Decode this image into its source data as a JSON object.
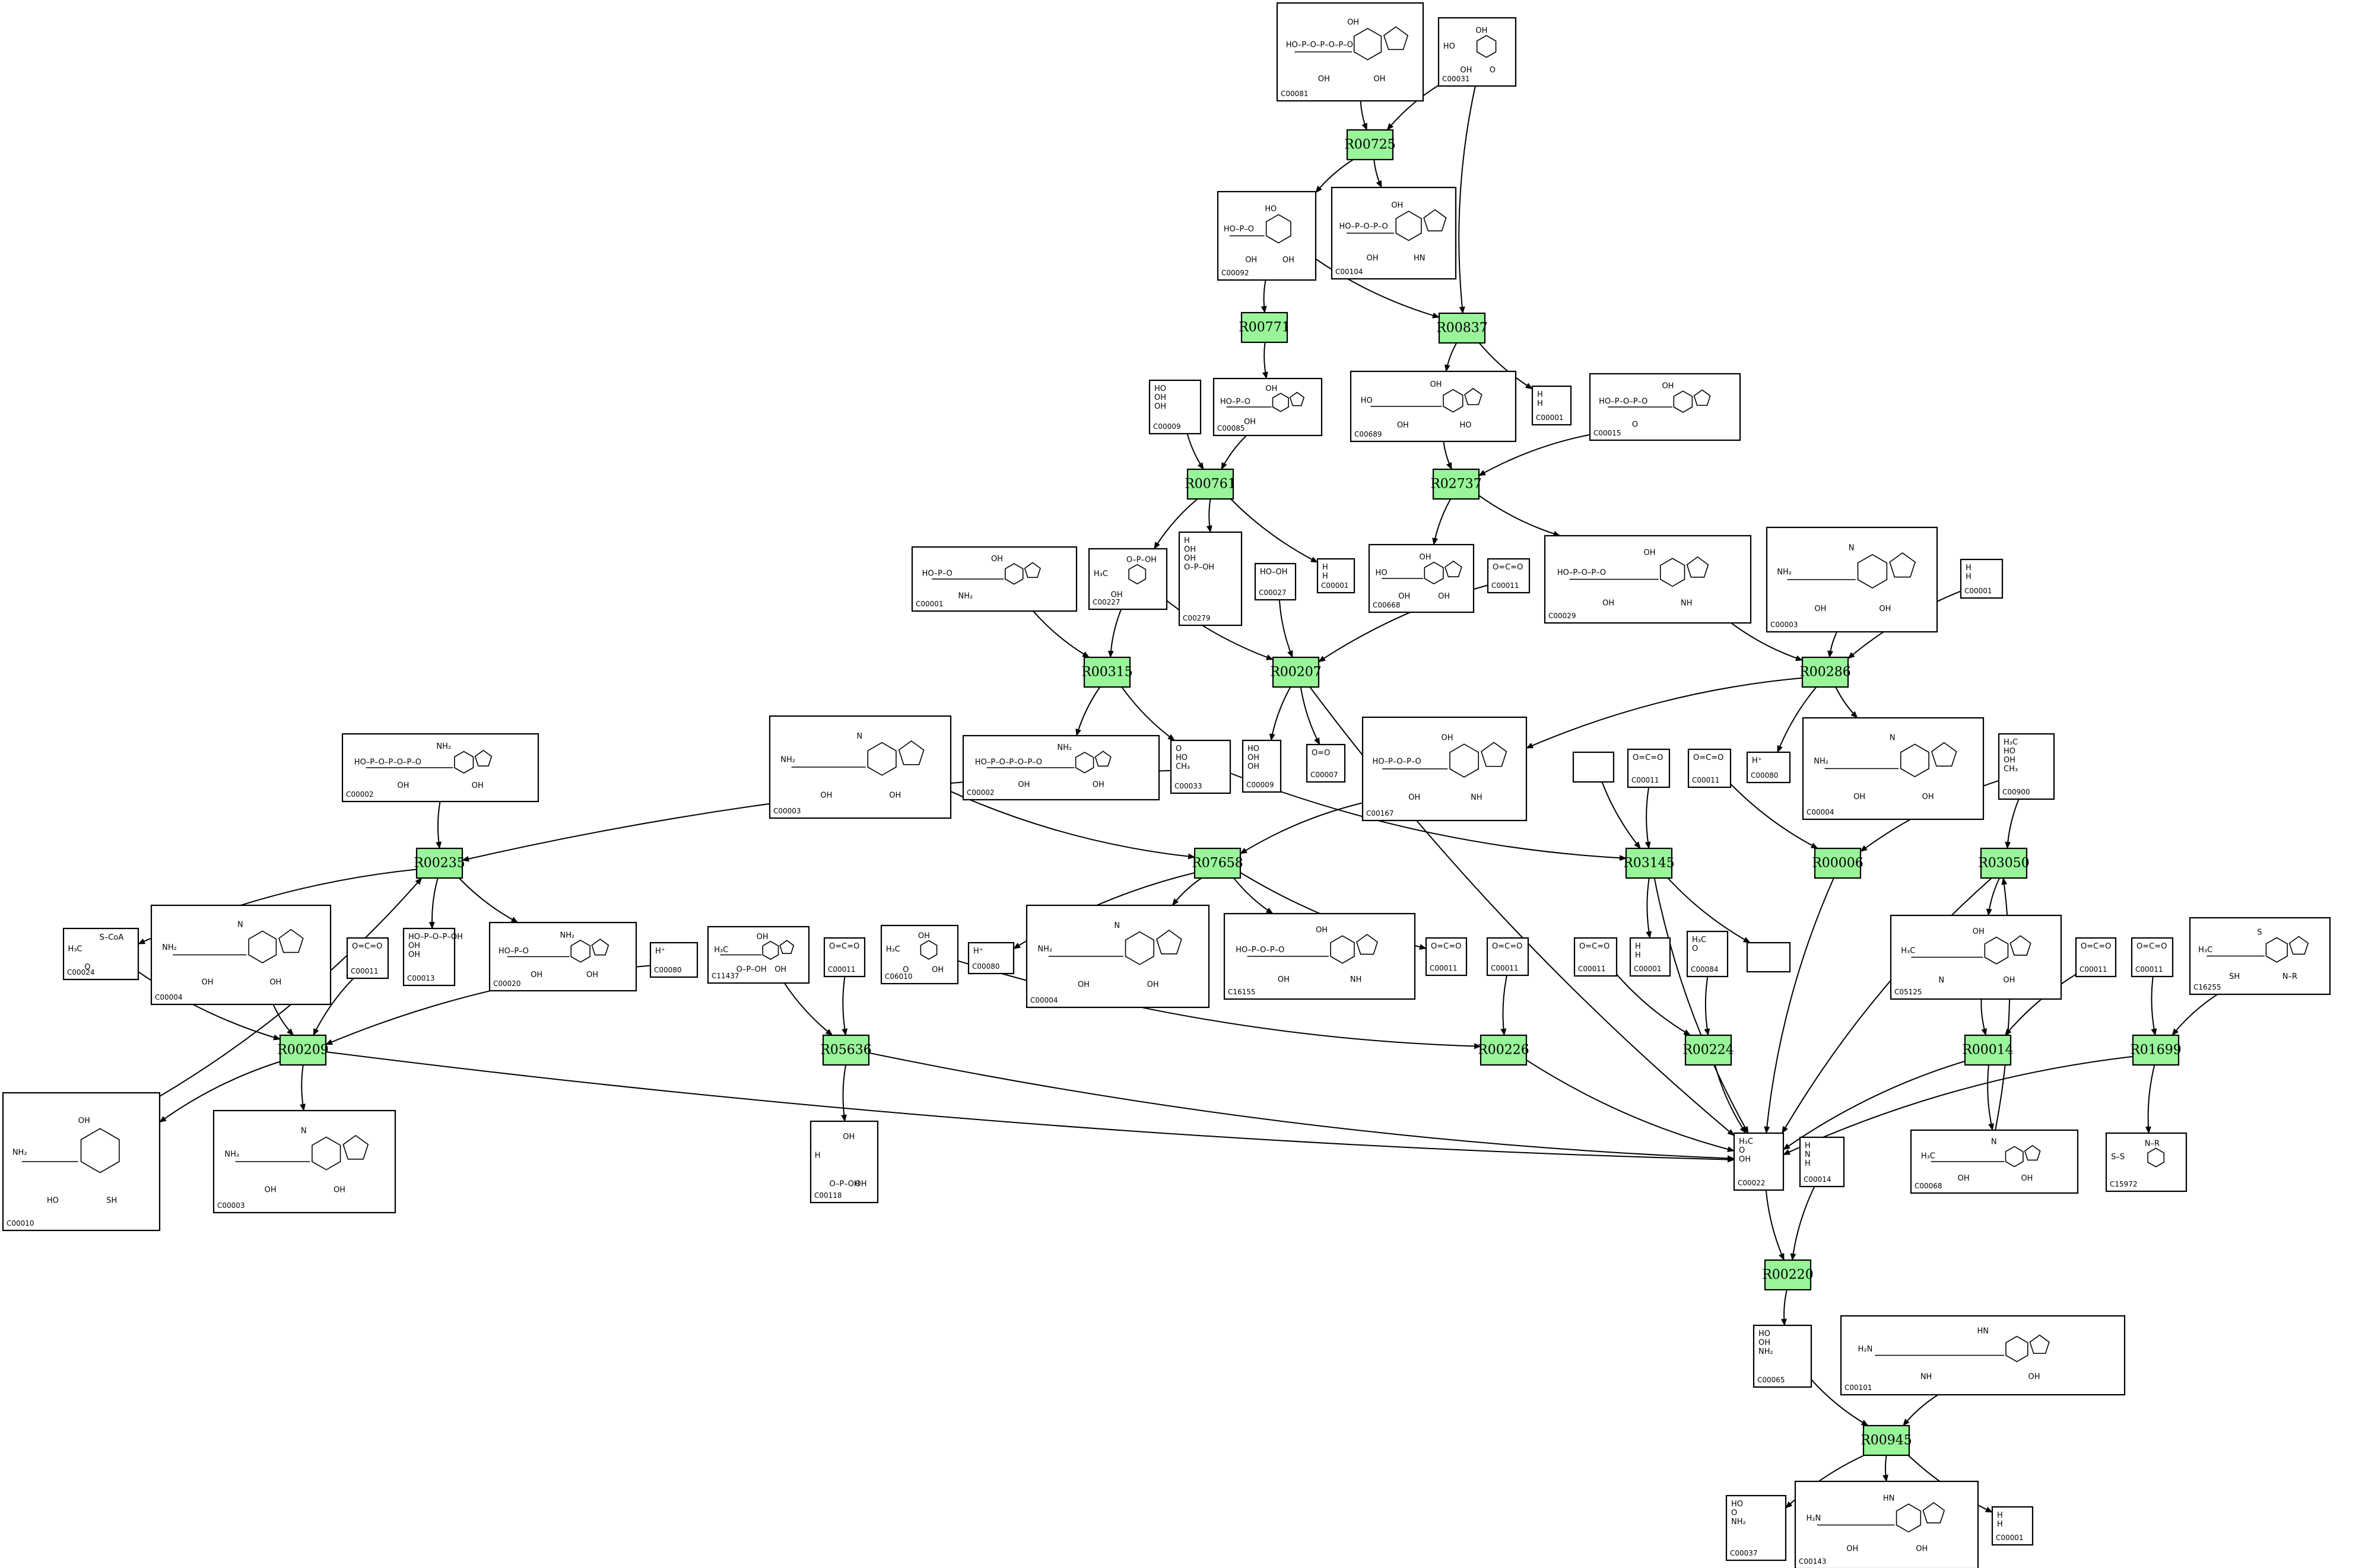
{
  "compounds": [
    {
      "id": "c1",
      "code": "C00081",
      "atoms": [
        "HO–P–O–P–O–P–O",
        "OH",
        "OH",
        "OH"
      ]
    },
    {
      "id": "c2",
      "code": "C00031",
      "atoms": [
        "HO",
        "OH",
        "OH",
        "O"
      ]
    },
    {
      "id": "c3",
      "code": "C00092",
      "atoms": [
        "HO–P–O",
        "HO",
        "OH",
        "OH"
      ]
    },
    {
      "id": "c4",
      "code": "C00104",
      "atoms": [
        "HO–P–O–P–O",
        "OH",
        "OH",
        "HN"
      ]
    },
    {
      "id": "c5",
      "code": "C00009",
      "atoms": [
        "HO",
        "OH",
        "OH"
      ]
    },
    {
      "id": "c6",
      "code": "C00085",
      "atoms": [
        "HO–P–O",
        "OH",
        "OH"
      ]
    },
    {
      "id": "c7",
      "code": "C00689",
      "atoms": [
        "HO",
        "OH",
        "OH",
        "HO"
      ]
    },
    {
      "id": "c8",
      "code": "C00001",
      "atoms": [
        "H",
        "H"
      ]
    },
    {
      "id": "c9",
      "code": "C00015",
      "atoms": [
        "HO–P–O–P–O",
        "OH",
        "O"
      ]
    },
    {
      "id": "c10",
      "code": "C00001",
      "atoms": [
        "HO–P–O",
        "OH",
        "NH₂"
      ]
    },
    {
      "id": "c11",
      "code": "C00227",
      "atoms": [
        "H₃C",
        "O–P–OH",
        "OH"
      ]
    },
    {
      "id": "c12",
      "code": "C00279",
      "atoms": [
        "H",
        "OH",
        "OH",
        "O–P–OH"
      ]
    },
    {
      "id": "c13",
      "code": "C00027",
      "atoms": [
        "HO–OH"
      ]
    },
    {
      "id": "c14",
      "code": "C00001",
      "atoms": [
        "H",
        "H"
      ]
    },
    {
      "id": "c15",
      "code": "C00668",
      "atoms": [
        "HO",
        "OH",
        "OH",
        "OH"
      ]
    },
    {
      "id": "c16",
      "code": "C00011",
      "atoms": [
        "O=C=O"
      ]
    },
    {
      "id": "c17",
      "code": "C00029",
      "atoms": [
        "HO–P–O–P–O",
        "OH",
        "OH",
        "NH"
      ]
    },
    {
      "id": "c18",
      "code": "C00003",
      "atoms": [
        "NH₂",
        "N",
        "OH",
        "OH"
      ]
    },
    {
      "id": "c19",
      "code": "C00001",
      "atoms": [
        "H",
        "H"
      ]
    },
    {
      "id": "c20",
      "code": "C00002",
      "atoms": [
        "HO–P–O–P–O–P–O",
        "NH₂",
        "OH",
        "OH"
      ]
    },
    {
      "id": "c21",
      "code": "C00003",
      "atoms": [
        "NH₂",
        "N",
        "OH",
        "OH"
      ]
    },
    {
      "id": "c22",
      "code": "C00002",
      "atoms": [
        "HO–P–O–P–O–P–O",
        "NH₂",
        "OH",
        "OH"
      ]
    },
    {
      "id": "c23",
      "code": "C00033",
      "atoms": [
        "O",
        "HO",
        "CH₃"
      ]
    },
    {
      "id": "c24",
      "code": "C00009",
      "atoms": [
        "HO",
        "OH",
        "OH"
      ]
    },
    {
      "id": "c25",
      "code": "C00007",
      "atoms": [
        "O=O"
      ]
    },
    {
      "id": "c26",
      "code": "C00167",
      "atoms": [
        "HO–P–O–P–O",
        "OH",
        "OH",
        "NH"
      ]
    },
    {
      "id": "c27",
      "code": "",
      "atoms": []
    },
    {
      "id": "c28",
      "code": "C00011",
      "atoms": [
        "O=C=O"
      ]
    },
    {
      "id": "c29",
      "code": "C00011",
      "atoms": [
        "O=C=O"
      ]
    },
    {
      "id": "c30",
      "code": "C00080",
      "atoms": [
        "H⁺"
      ]
    },
    {
      "id": "c31",
      "code": "C00004",
      "atoms": [
        "NH₂",
        "N",
        "OH",
        "OH"
      ]
    },
    {
      "id": "c32",
      "code": "C00900",
      "atoms": [
        "H₃C",
        "HO",
        "OH",
        "CH₃"
      ]
    },
    {
      "id": "c33",
      "code": "C00024",
      "atoms": [
        "H₃C",
        "S–CoA",
        "O"
      ]
    },
    {
      "id": "c34",
      "code": "C00004",
      "atoms": [
        "NH₂",
        "N",
        "OH",
        "OH"
      ]
    },
    {
      "id": "c35",
      "code": "C00011",
      "atoms": [
        "O=C=O"
      ]
    },
    {
      "id": "c36",
      "code": "C00013",
      "atoms": [
        "HO–P–O–P–OH",
        "OH",
        "OH"
      ]
    },
    {
      "id": "c37",
      "code": "C00020",
      "atoms": [
        "HO–P–O",
        "NH₂",
        "OH",
        "OH"
      ]
    },
    {
      "id": "c38",
      "code": "C00080",
      "atoms": [
        "H⁺"
      ]
    },
    {
      "id": "c39",
      "code": "C11437",
      "atoms": [
        "H₃C",
        "OH",
        "O–P–OH",
        "OH"
      ]
    },
    {
      "id": "c40",
      "code": "C00011",
      "atoms": [
        "O=C=O"
      ]
    },
    {
      "id": "c41",
      "code": "C06010",
      "atoms": [
        "H₃C",
        "OH",
        "O",
        "OH"
      ]
    },
    {
      "id": "c42",
      "code": "C00080",
      "atoms": [
        "H⁺"
      ]
    },
    {
      "id": "c43",
      "code": "C00004",
      "atoms": [
        "NH₂",
        "N",
        "OH",
        "OH"
      ]
    },
    {
      "id": "c44",
      "code": "C16155",
      "atoms": [
        "HO–P–O–P–O",
        "OH",
        "OH",
        "NH"
      ]
    },
    {
      "id": "c45",
      "code": "C00011",
      "atoms": [
        "O=C=O"
      ]
    },
    {
      "id": "c46",
      "code": "C00011",
      "atoms": [
        "O=C=O"
      ]
    },
    {
      "id": "c47",
      "code": "C00011",
      "atoms": [
        "O=C=O"
      ]
    },
    {
      "id": "c48",
      "code": "C00001",
      "atoms": [
        "H",
        "H"
      ]
    },
    {
      "id": "c49",
      "code": "C00084",
      "atoms": [
        "H₃C",
        "O"
      ]
    },
    {
      "id": "c50",
      "code": "",
      "atoms": []
    },
    {
      "id": "c51",
      "code": "C05125",
      "atoms": [
        "H₃C",
        "OH",
        "N",
        "OH"
      ]
    },
    {
      "id": "c52",
      "code": "C00011",
      "atoms": [
        "O=C=O"
      ]
    },
    {
      "id": "c53",
      "code": "C00011",
      "atoms": [
        "O=C=O"
      ]
    },
    {
      "id": "c54",
      "code": "C16255",
      "atoms": [
        "H₃C",
        "S",
        "SH",
        "N–R"
      ]
    },
    {
      "id": "c55",
      "code": "C00010",
      "atoms": [
        "NH₂",
        "OH",
        "HO",
        "SH"
      ]
    },
    {
      "id": "c56",
      "code": "C00003",
      "atoms": [
        "NH₂",
        "N",
        "OH",
        "OH"
      ]
    },
    {
      "id": "c57",
      "code": "C00118",
      "atoms": [
        "H",
        "OH",
        "O–P–OH",
        "OH"
      ]
    },
    {
      "id": "c58",
      "code": "C00022",
      "atoms": [
        "H₃C",
        "O",
        "OH"
      ]
    },
    {
      "id": "c59",
      "code": "C00014",
      "atoms": [
        "H",
        "N",
        "H"
      ]
    },
    {
      "id": "c60",
      "code": "C00068",
      "atoms": [
        "H₃C",
        "N",
        "OH",
        "OH"
      ]
    },
    {
      "id": "c61",
      "code": "C15972",
      "atoms": [
        "S–S",
        "N–R"
      ]
    },
    {
      "id": "c62",
      "code": "C00065",
      "atoms": [
        "HO",
        "OH",
        "NH₂"
      ]
    },
    {
      "id": "c63",
      "code": "C00101",
      "atoms": [
        "H₂N",
        "HN",
        "NH",
        "OH"
      ]
    },
    {
      "id": "c64",
      "code": "C00037",
      "atoms": [
        "HO",
        "O",
        "NH₂"
      ]
    },
    {
      "id": "c65",
      "code": "C00143",
      "atoms": [
        "H₂N",
        "HN",
        "OH",
        "OH"
      ]
    },
    {
      "id": "c66",
      "code": "C00001",
      "atoms": [
        "H",
        "H"
      ]
    }
  ],
  "reactions": [
    {
      "id": "r1",
      "label": "R00725",
      "color": "#99f599"
    },
    {
      "id": "r2",
      "label": "R00771",
      "color": "#99f599"
    },
    {
      "id": "r3",
      "label": "R00837",
      "color": "#99f599"
    },
    {
      "id": "r4",
      "label": "R00761",
      "color": "#99f599"
    },
    {
      "id": "r5",
      "label": "R02737",
      "color": "#99f599"
    },
    {
      "id": "r6",
      "label": "R00315",
      "color": "#99f599"
    },
    {
      "id": "r7",
      "label": "R00207",
      "color": "#99f599"
    },
    {
      "id": "r8",
      "label": "R00286",
      "color": "#99f599"
    },
    {
      "id": "r9",
      "label": "R00235",
      "color": "#99f599"
    },
    {
      "id": "r10",
      "label": "R07658",
      "color": "#99f599"
    },
    {
      "id": "r11",
      "label": "R03145",
      "color": "#a8d8e8"
    },
    {
      "id": "r12",
      "label": "R00006",
      "color": "#99f599"
    },
    {
      "id": "r13",
      "label": "R03050",
      "color": "#99f599"
    },
    {
      "id": "r14",
      "label": "R00209",
      "color": "#99f599"
    },
    {
      "id": "r15",
      "label": "R05636",
      "color": "#99f599"
    },
    {
      "id": "r16",
      "label": "R00226",
      "color": "#99f599"
    },
    {
      "id": "r17",
      "label": "R00224",
      "color": "#99f599"
    },
    {
      "id": "r18",
      "label": "R00014",
      "color": "#99f599"
    },
    {
      "id": "r19",
      "label": "R01699",
      "color": "#99f599"
    },
    {
      "id": "r20",
      "label": "R00220",
      "color": "#99f599"
    },
    {
      "id": "r21",
      "label": "R00945",
      "color": "#99f599"
    }
  ],
  "edges": [
    [
      "c1",
      "r1"
    ],
    [
      "c2",
      "r1"
    ],
    [
      "c2",
      "r3"
    ],
    [
      "r1",
      "c3"
    ],
    [
      "r1",
      "c4"
    ],
    [
      "c3",
      "r2"
    ],
    [
      "c3",
      "r3"
    ],
    [
      "r2",
      "c6"
    ],
    [
      "r3",
      "c7"
    ],
    [
      "r3",
      "c8"
    ],
    [
      "c5",
      "r4"
    ],
    [
      "c6",
      "r4"
    ],
    [
      "r4",
      "c11"
    ],
    [
      "r4",
      "c12"
    ],
    [
      "r4",
      "c14"
    ],
    [
      "c7",
      "r5"
    ],
    [
      "c9",
      "r5"
    ],
    [
      "r5",
      "c15"
    ],
    [
      "r5",
      "c17"
    ],
    [
      "c10",
      "r6"
    ],
    [
      "c11",
      "r6"
    ],
    [
      "c11",
      "r7"
    ],
    [
      "c13",
      "r7"
    ],
    [
      "c16",
      "r7"
    ],
    [
      "r6",
      "c22"
    ],
    [
      "r6",
      "c23"
    ],
    [
      "r7",
      "c24"
    ],
    [
      "r7",
      "c25"
    ],
    [
      "r7",
      "c58"
    ],
    [
      "c17",
      "r8"
    ],
    [
      "c18",
      "r8"
    ],
    [
      "c19",
      "r8"
    ],
    [
      "r8",
      "c26"
    ],
    [
      "r8",
      "c30"
    ],
    [
      "r8",
      "c31"
    ],
    [
      "c20",
      "r9"
    ],
    [
      "c23",
      "r9"
    ],
    [
      "c23",
      "r11"
    ],
    [
      "c55",
      "r9"
    ],
    [
      "r9",
      "c33"
    ],
    [
      "r9",
      "c36"
    ],
    [
      "r9",
      "c37"
    ],
    [
      "c21",
      "r10"
    ],
    [
      "c26",
      "r10"
    ],
    [
      "r10",
      "c42"
    ],
    [
      "r10",
      "c43"
    ],
    [
      "r10",
      "c44"
    ],
    [
      "r10",
      "c45"
    ],
    [
      "c27",
      "r11"
    ],
    [
      "c28",
      "r11"
    ],
    [
      "r11",
      "c48"
    ],
    [
      "r11",
      "c50"
    ],
    [
      "r11",
      "c58"
    ],
    [
      "c29",
      "r12"
    ],
    [
      "c32",
      "r12"
    ],
    [
      "r12",
      "c58"
    ],
    [
      "c32",
      "r13"
    ],
    [
      "r13",
      "c51"
    ],
    [
      "r13",
      "c58"
    ],
    [
      "c60",
      "r13"
    ],
    [
      "c33",
      "r14"
    ],
    [
      "c34",
      "r14"
    ],
    [
      "c35",
      "r14"
    ],
    [
      "c38",
      "r14"
    ],
    [
      "r14",
      "c55"
    ],
    [
      "r14",
      "c56"
    ],
    [
      "r14",
      "c58"
    ],
    [
      "c39",
      "r15"
    ],
    [
      "c40",
      "r15"
    ],
    [
      "r15",
      "c57"
    ],
    [
      "r15",
      "c58"
    ],
    [
      "c41",
      "r16"
    ],
    [
      "c46",
      "r16"
    ],
    [
      "r16",
      "c58"
    ],
    [
      "c47",
      "r17"
    ],
    [
      "c49",
      "r17"
    ],
    [
      "r17",
      "c58"
    ],
    [
      "c51",
      "r18"
    ],
    [
      "c52",
      "r18"
    ],
    [
      "r18",
      "c58"
    ],
    [
      "r18",
      "c60"
    ],
    [
      "c53",
      "r19"
    ],
    [
      "c54",
      "r19"
    ],
    [
      "r19",
      "c58"
    ],
    [
      "r19",
      "c61"
    ],
    [
      "c58",
      "r20"
    ],
    [
      "c59",
      "r20"
    ],
    [
      "r20",
      "c62"
    ],
    [
      "c62",
      "r21"
    ],
    [
      "c63",
      "r21"
    ],
    [
      "r21",
      "c64"
    ],
    [
      "r21",
      "c65"
    ],
    [
      "r21",
      "c66"
    ]
  ]
}
